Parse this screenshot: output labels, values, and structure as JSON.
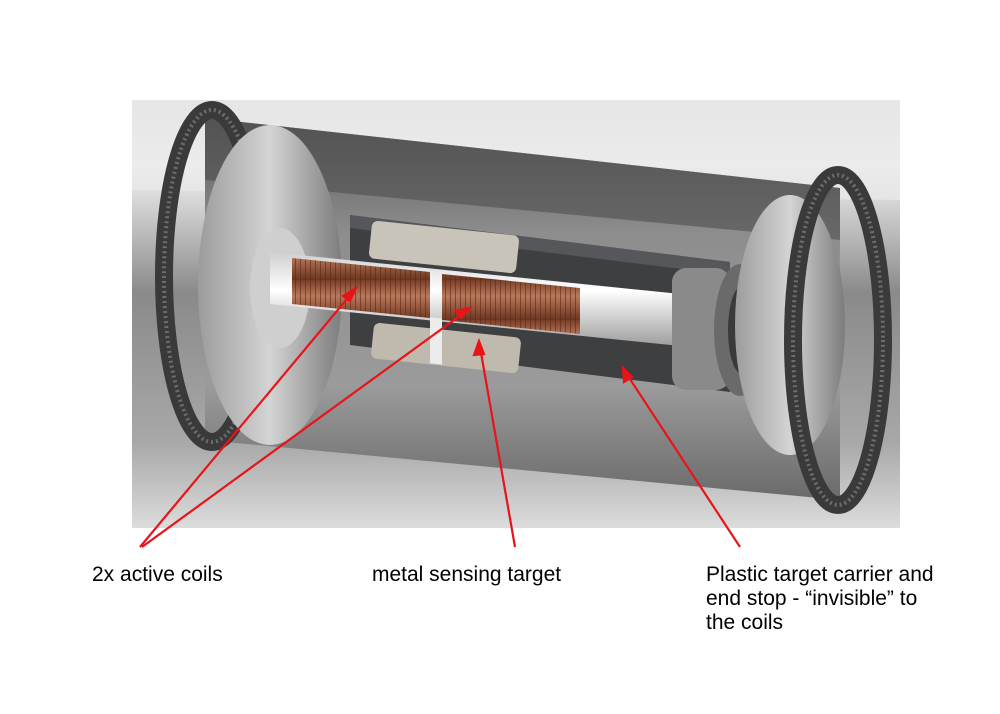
{
  "labels": {
    "coils": "2x active coils",
    "target": "metal sensing target",
    "carrier": "Plastic target carrier and\nend stop - “invisible” to\nthe coils"
  },
  "colors": {
    "arrow": "#e8141a",
    "coil": "#9b5a3c",
    "carrier": "#3e3f41",
    "target_metal": "#c9c4ba",
    "tube_light": "#e6e6e6",
    "tube_dark": "#6e6e6e",
    "seal": "#4a4a4a"
  }
}
